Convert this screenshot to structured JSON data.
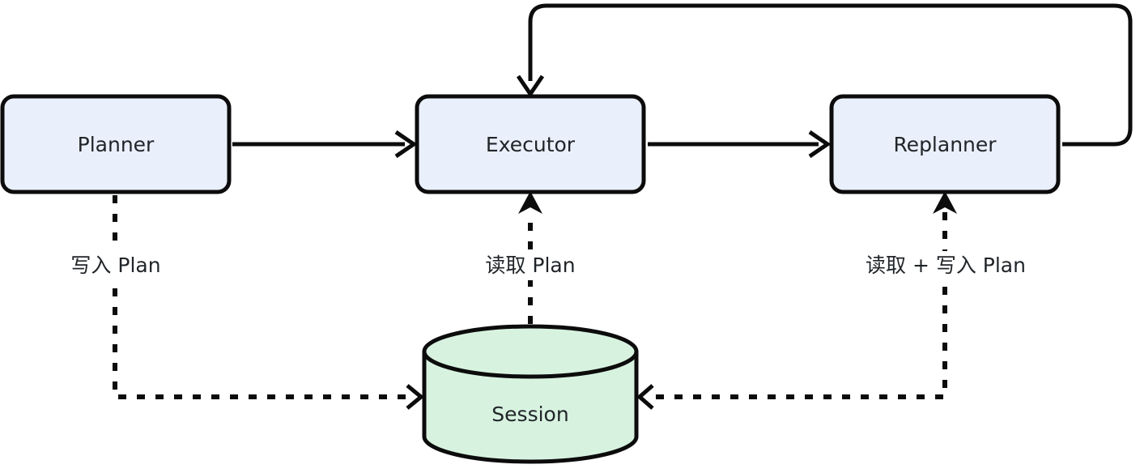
{
  "diagram": {
    "type": "flowchart",
    "background_color": "#ffffff",
    "palette": {
      "process_fill": "#eaf0fb",
      "datastore_fill": "#d8f2e0",
      "stroke": "#0c0c0c",
      "text": "#212529"
    },
    "nodes": [
      {
        "id": "planner",
        "label": "Planner",
        "shape": "rounded-rect",
        "fill": "#eaf0fb"
      },
      {
        "id": "executor",
        "label": "Executor",
        "shape": "rounded-rect",
        "fill": "#eaf0fb"
      },
      {
        "id": "replanner",
        "label": "Replanner",
        "shape": "rounded-rect",
        "fill": "#eaf0fb"
      },
      {
        "id": "session",
        "label": "Session",
        "shape": "cylinder",
        "fill": "#d8f2e0"
      }
    ],
    "edges": [
      {
        "id": "planner-to-executor",
        "from": "planner",
        "to": "executor",
        "style": "solid",
        "label": ""
      },
      {
        "id": "executor-to-replanner",
        "from": "executor",
        "to": "replanner",
        "style": "solid",
        "label": ""
      },
      {
        "id": "replanner-to-executor-loop",
        "from": "replanner",
        "to": "executor",
        "style": "solid",
        "label": ""
      },
      {
        "id": "planner-to-session",
        "from": "planner",
        "to": "session",
        "style": "dashed",
        "label": "写入 Plan"
      },
      {
        "id": "session-to-executor",
        "from": "session",
        "to": "executor",
        "style": "dashed",
        "label": "读取 Plan"
      },
      {
        "id": "replanner-session",
        "from": "replanner",
        "to": "session",
        "style": "dashed",
        "label": "读取 + 写入 Plan"
      }
    ]
  }
}
